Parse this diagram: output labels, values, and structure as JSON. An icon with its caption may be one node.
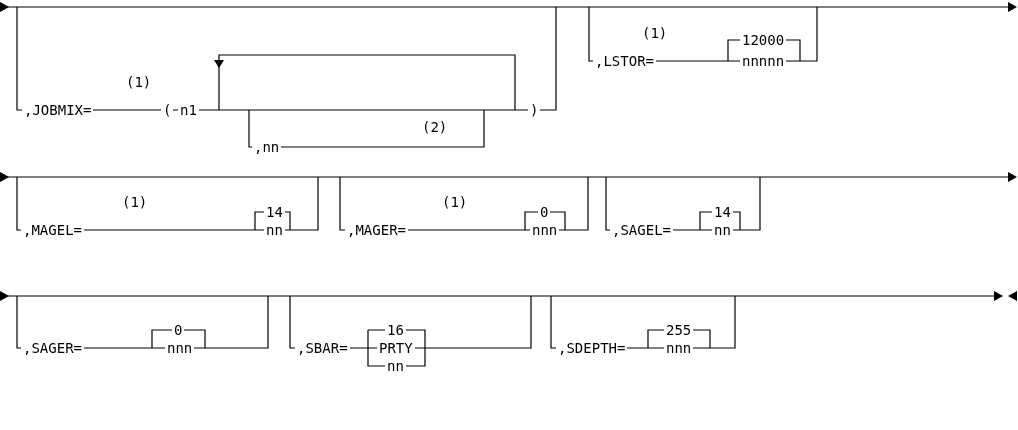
{
  "diagram": {
    "labels": [
      ",JOBMIX=",
      "(1)",
      "(",
      "n1",
      ",nn",
      "(2)",
      ")",
      ",LSTOR=",
      "(1)",
      "12000",
      "nnnnn",
      ",MAGEL=",
      "(1)",
      "14",
      "nn",
      ",MAGER=",
      "(1)",
      "0",
      "nnn",
      ",SAGEL=",
      "14",
      "nn",
      ",SAGER=",
      "0",
      "nnn",
      ",SBAR=",
      "16",
      "PRTY",
      "nn",
      ",SDEPTH=",
      "255",
      "nnn"
    ]
  }
}
